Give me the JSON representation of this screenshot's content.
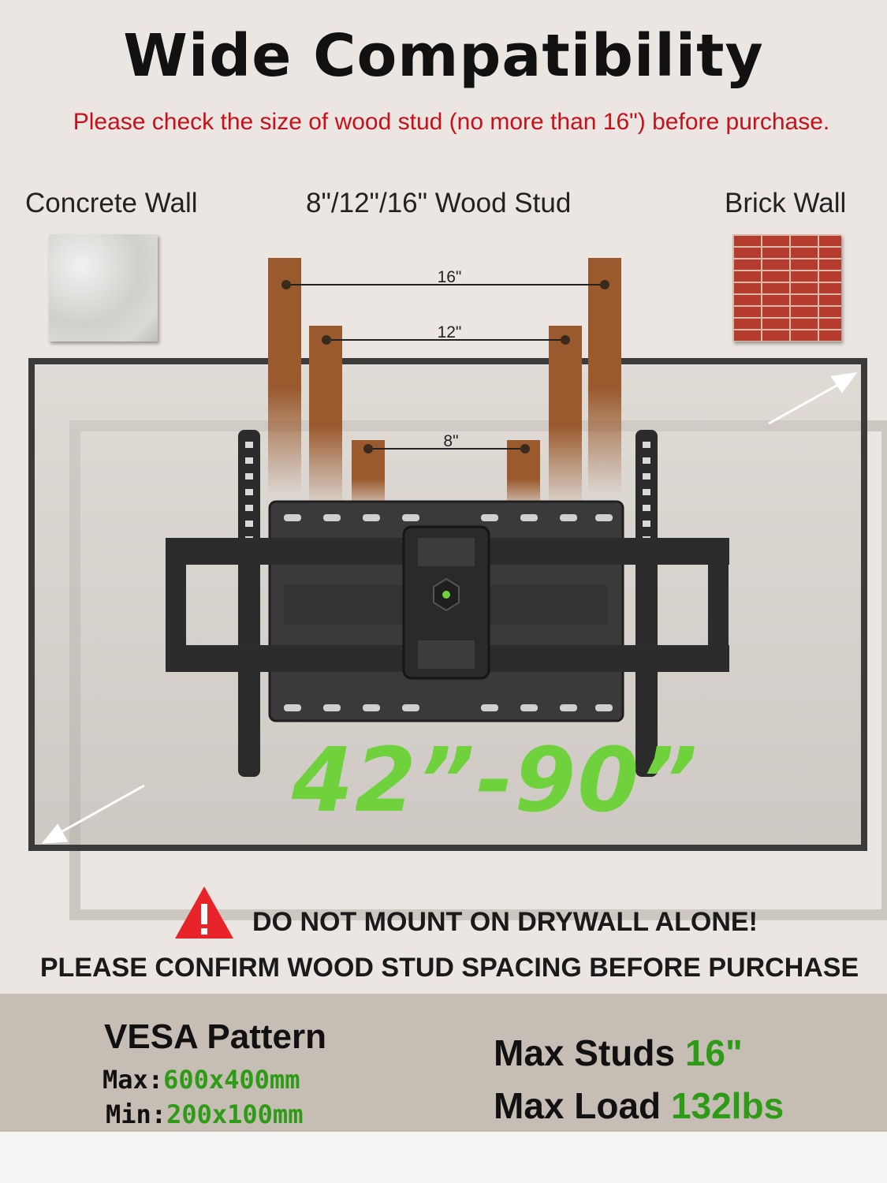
{
  "title": "Wide Compatibility",
  "subtitle": "Please check the size of wood stud (no more than 16\") before purchase.",
  "walls": {
    "concrete": "Concrete Wall",
    "stud": "8\"/12\"/16\" Wood Stud",
    "brick": "Brick Wall"
  },
  "stud_spacings": [
    "16\"",
    "12\"",
    "8\""
  ],
  "tv_size": "42”-90”",
  "warning": {
    "icon": "warning-triangle-icon",
    "line1": "DO NOT MOUNT ON DRYWALL ALONE!",
    "line2": "PLEASE CONFIRM WOOD STUD SPACING BEFORE PURCHASE"
  },
  "vesa": {
    "title": "VESA Pattern",
    "max_label": "Max:",
    "max_value": "600x400mm",
    "min_label": "Min:",
    "min_value": "200x100mm"
  },
  "specs": {
    "studs_label": "Max Studs",
    "studs_value": "16\"",
    "load_label": "Max Load",
    "load_value": "132lbs"
  },
  "colors": {
    "warning_red": "#c8101a",
    "highlight_green": "#6fd13c",
    "value_green": "#2e9b17",
    "wood": "#9a5a2e"
  }
}
